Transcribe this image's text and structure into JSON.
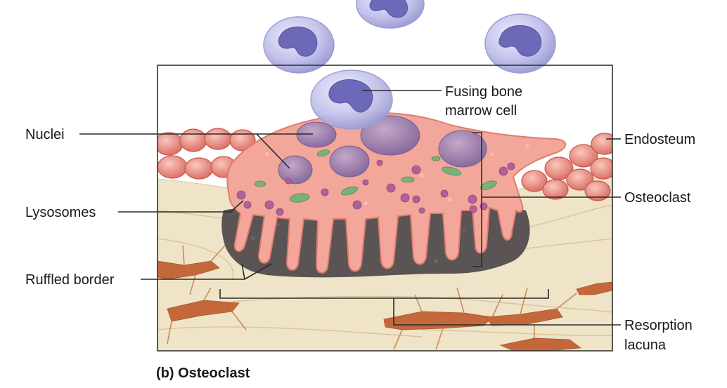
{
  "labels": {
    "fusing_bone_marrow_cell_line1": "Fusing bone",
    "fusing_bone_marrow_cell_line2": "marrow cell",
    "nuclei": "Nuclei",
    "endosteum": "Endosteum",
    "osteoclast": "Osteoclast",
    "lysosomes": "Lysosomes",
    "ruffled_border": "Ruffled border",
    "resorption_lacuna_line1": "Resorption",
    "resorption_lacuna_line2": "lacuna"
  },
  "caption": "(b) Osteoclast",
  "colors": {
    "bone": "#efe4c8",
    "bone_line": "#d9c79e",
    "osteoclast": "#f2a79a",
    "osteoclast_edge": "#e07c70",
    "resorbed_matrix": "#5a5454",
    "nucleus": "#9c7fa8",
    "lysosome": "#b0609a",
    "mitochondrion": "#7cb07a",
    "endosteum": "#e8877c",
    "osteocyte": "#c4683c",
    "marrow_cell": "#b9b8e6",
    "marrow_nucleus": "#6d69b8"
  }
}
